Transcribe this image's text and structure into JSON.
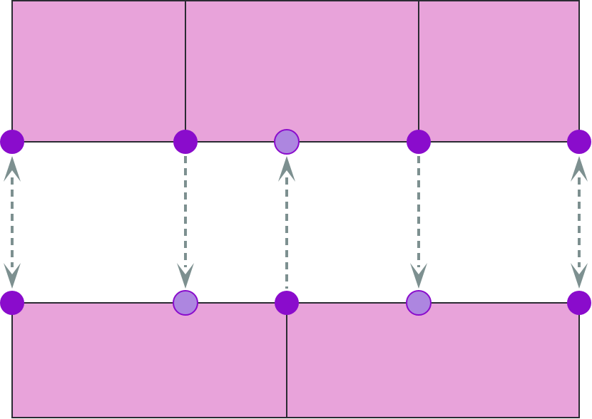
{
  "colors": {
    "background": "#ffffff",
    "cell_fill": "#e8a3da",
    "cell_stroke": "#2b2b33",
    "vertex_dark": "#8a0ccc",
    "vertex_light": "#ad86e0",
    "vertex_light_stroke": "#8a0ccc",
    "arrow": "#7d9090"
  },
  "top_row": {
    "cells": 3,
    "vertices": [
      {
        "tone": "dark"
      },
      {
        "tone": "dark"
      },
      {
        "tone": "light"
      },
      {
        "tone": "dark"
      },
      {
        "tone": "dark"
      }
    ]
  },
  "bottom_row": {
    "cells": 2,
    "vertices": [
      {
        "tone": "dark"
      },
      {
        "tone": "light"
      },
      {
        "tone": "dark"
      },
      {
        "tone": "light"
      },
      {
        "tone": "dark"
      }
    ]
  },
  "arrows": [
    {
      "direction": "both"
    },
    {
      "direction": "down"
    },
    {
      "direction": "up"
    },
    {
      "direction": "down"
    },
    {
      "direction": "both"
    }
  ]
}
